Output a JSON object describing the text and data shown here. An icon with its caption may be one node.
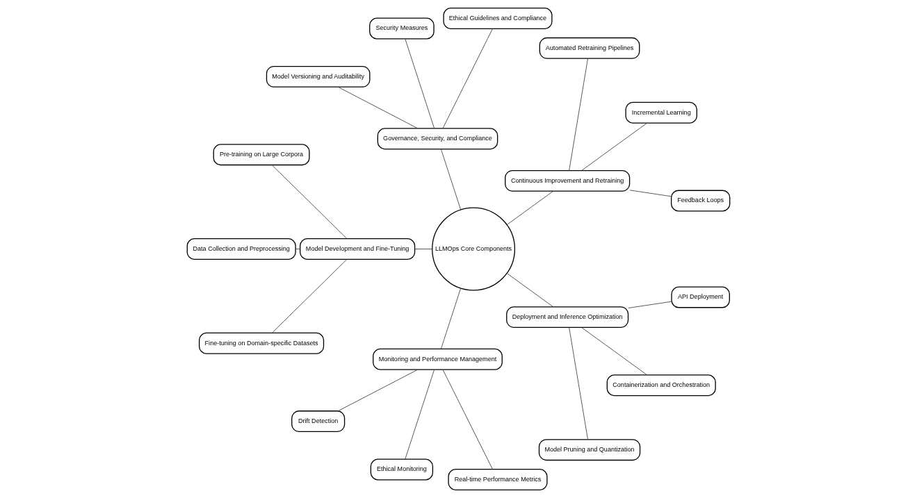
{
  "diagram": {
    "nodes": [
      {
        "text": [
          "Feedback Loops"
        ]
      },
      {
        "text": [
          "Incremental Learning"
        ]
      },
      {
        "text": [
          "Automated Retraining Pipelines"
        ]
      },
      {
        "text": [
          "Continuous Improvement and Retraining"
        ]
      },
      {
        "text": [
          "Ethical Guidelines and Compliance"
        ]
      },
      {
        "text": [
          "Pre-training on Large Corpora"
        ]
      },
      {
        "text": [
          "Security Measures"
        ]
      },
      {
        "text": [
          "Governance, Security, and Compliance"
        ]
      },
      {
        "text": [
          "LLMOps Core Components"
        ]
      },
      {
        "text": [
          "Model Development and Fine-Tuning"
        ]
      },
      {
        "text": [
          "Data Collection and Preprocessing"
        ]
      },
      {
        "text": [
          "Model Versioning and Auditability"
        ]
      },
      {
        "text": [
          "Fine-tuning on Domain-specific Datasets"
        ]
      },
      {
        "text": [
          "Monitoring and Performance Management"
        ]
      },
      {
        "text": [
          "Drift Detection"
        ]
      },
      {
        "text": [
          "Deployment and Inference Optimization"
        ]
      },
      {
        "text": [
          "Ethical Monitoring"
        ]
      },
      {
        "text": [
          "Real-time Performance Metrics"
        ]
      },
      {
        "text": [
          "Model Pruning and Quantization"
        ]
      },
      {
        "text": [
          "Containerization and Orchestration"
        ]
      },
      {
        "text": [
          "API Deployment"
        ]
      }
    ],
    "edges": [
      {
        "from": 3,
        "to": 0,
        "arrow": "none"
      },
      {
        "from": 3,
        "to": 1,
        "arrow": "none"
      },
      {
        "from": 3,
        "to": 2,
        "arrow": "none"
      },
      {
        "from": 8,
        "to": 3,
        "arrow": "none"
      },
      {
        "from": 7,
        "to": 4,
        "arrow": "none"
      },
      {
        "from": 7,
        "to": 6,
        "arrow": "none"
      },
      {
        "from": 7,
        "to": 11,
        "arrow": "none"
      },
      {
        "from": 8,
        "to": 7,
        "arrow": "none"
      },
      {
        "from": 8,
        "to": 9,
        "arrow": "none"
      },
      {
        "from": 9,
        "to": 5,
        "arrow": "none"
      },
      {
        "from": 9,
        "to": 10,
        "arrow": "none"
      },
      {
        "from": 9,
        "to": 12,
        "arrow": "none"
      },
      {
        "from": 8,
        "to": 13,
        "arrow": "none"
      },
      {
        "from": 13,
        "to": 14,
        "arrow": "none"
      },
      {
        "from": 13,
        "to": 16,
        "arrow": "none"
      },
      {
        "from": 13,
        "to": 17,
        "arrow": "none"
      },
      {
        "from": 8,
        "to": 15,
        "arrow": "none"
      },
      {
        "from": 15,
        "to": 18,
        "arrow": "none"
      },
      {
        "from": 15,
        "to": 19,
        "arrow": "none"
      },
      {
        "from": 15,
        "to": 20,
        "arrow": "none"
      }
    ]
  }
}
